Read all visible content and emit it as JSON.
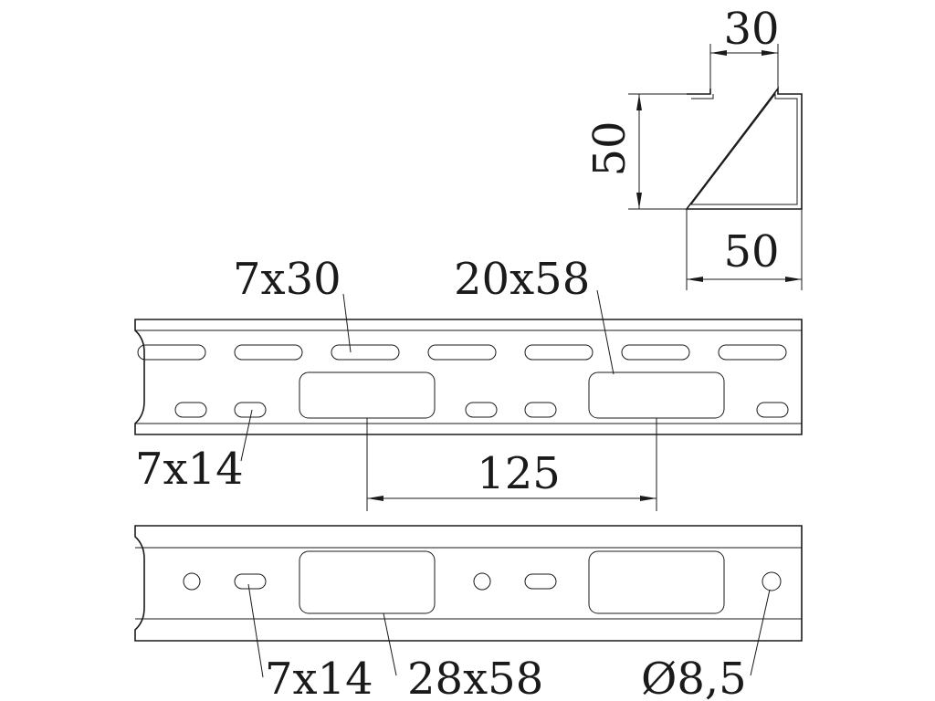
{
  "labels": {
    "profile_top_width": "30",
    "profile_height": "50",
    "profile_bottom_width": "50",
    "top_slot_upper": "7x30",
    "top_large_slot": "20x58",
    "top_slot_lower": "7x14",
    "hole_spacing": "125",
    "bottom_slot": "7x14",
    "bottom_large_slot": "28x58",
    "round_hole": "Ø8,5"
  },
  "colors": {
    "line": "#1a1a1a",
    "background": "#ffffff"
  }
}
